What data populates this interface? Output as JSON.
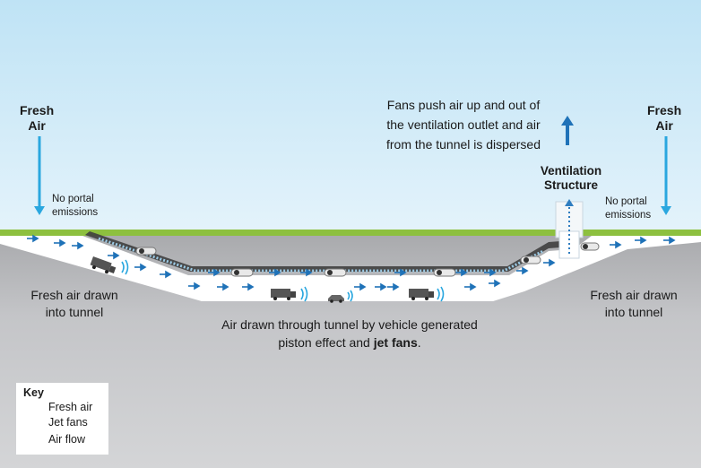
{
  "labels": {
    "fresh_air_left": "Fresh\nAir",
    "fresh_air_right": "Fresh\nAir",
    "no_portal_left": "No portal\nemissions",
    "no_portal_right": "No portal\nemissions",
    "fans_push": "Fans push air up and out of\nthe ventilation outlet and air\nfrom the tunnel is dispersed",
    "ventilation_structure": "Ventilation\nStructure",
    "fresh_drawn_left": "Fresh air drawn\ninto tunnel",
    "fresh_drawn_right": "Fresh air drawn\ninto tunnel",
    "piston_main": "Air drawn through tunnel by vehicle generated\npiston effect and ",
    "piston_bold": "jet fans",
    "piston_end": "."
  },
  "key": {
    "title": "Key",
    "items": [
      {
        "label": "Fresh air",
        "icon": "fresh-air-arrow-icon"
      },
      {
        "label": "Jet fans",
        "icon": "jet-fan-icon"
      },
      {
        "label": "Air flow",
        "icon": "air-flow-arrow-icon"
      }
    ]
  },
  "colors": {
    "sky": "#cfeaf7",
    "grass": "#8dc03f",
    "ground": "#c8c9cb",
    "tunnel": "#ffffff",
    "fresh_air": "#2aa7df",
    "air_flow": "#1f72b8",
    "dark": "#3a3a3a"
  }
}
